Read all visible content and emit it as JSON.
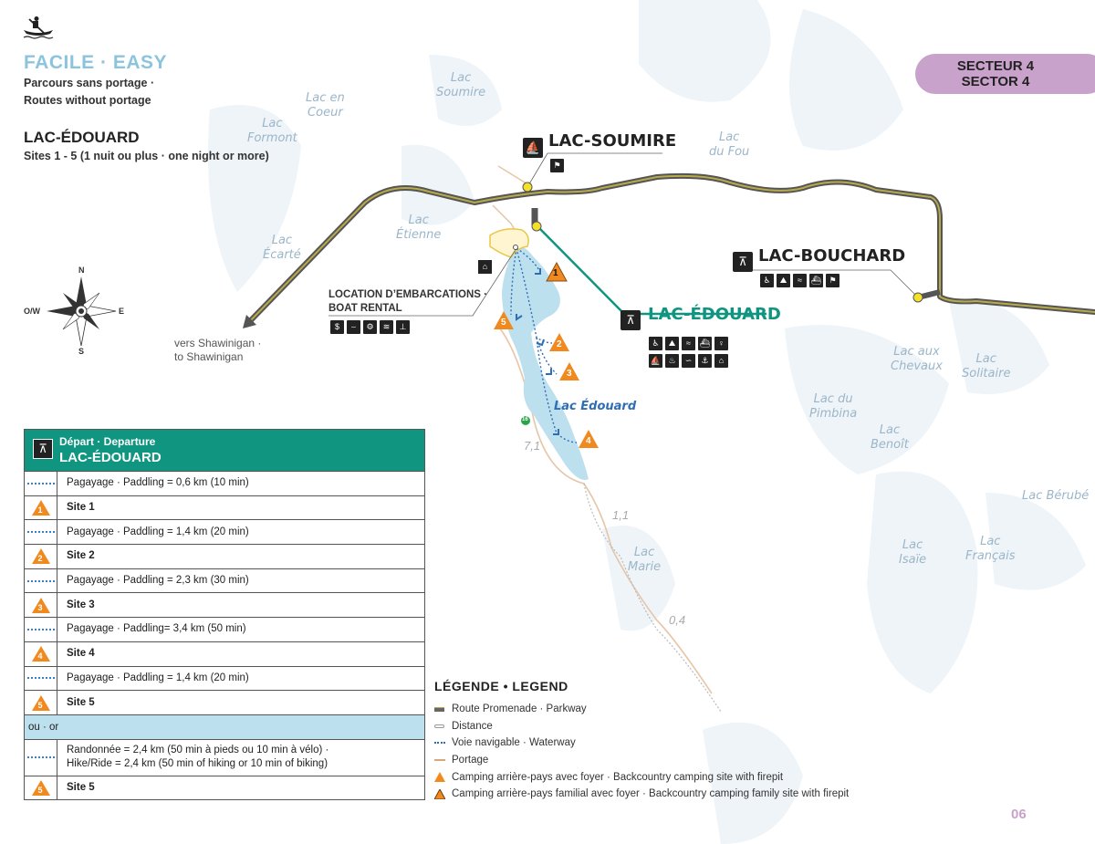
{
  "header": {
    "difficulty": "FACILE · EASY",
    "subtitle_fr": "Parcours sans portage ·",
    "subtitle_en": "Routes without portage",
    "lake_title": "LAC-ÉDOUARD",
    "sites_line": "Sites 1 - 5 (1 nuit ou plus · one night or more)"
  },
  "sector": {
    "fr": "SECTEUR 4",
    "en": "SECTOR 4"
  },
  "places": {
    "soumire": "LAC-SOUMIRE",
    "bouchard": "LAC-BOUCHARD",
    "edouard": "LAC-ÉDOUARD"
  },
  "rental": {
    "fr": "LOCATION D’EMBARCATIONS ·",
    "en": "BOAT RENTAL"
  },
  "toward": {
    "fr": "vers Shawinigan ·",
    "en": "to Shawinigan"
  },
  "compass": {
    "n": "N",
    "s": "S",
    "e": "E",
    "w": "O/W"
  },
  "lakes": {
    "soumire": "Lac\nSoumire",
    "coeur": "Lac en\nCoeur",
    "formont": "Lac\nFormont",
    "etienne": "Lac\nÉtienne",
    "ecarte": "Lac\nÉcarté",
    "fou": "Lac\ndu Fou",
    "edouard": "Lac Édouard",
    "chevaux": "Lac aux\nChevaux",
    "solitaire": "Lac\nSolitaire",
    "pimbina": "Lac du\nPimbina",
    "benoit": "Lac\nBenoît",
    "berube": "Lac Bérubé",
    "isaie": "Lac\nIsaïe",
    "francais": "Lac\nFrançais",
    "marie": "Lac\nMarie"
  },
  "distances": {
    "d1": "7,1",
    "d2": "1,1",
    "d3": "0,4"
  },
  "trail_marker": "16",
  "site_numbers": [
    "1",
    "2",
    "3",
    "4",
    "5"
  ],
  "itinerary": {
    "head1": "Départ · Departure",
    "head2": "LAC-ÉDOUARD",
    "rows": [
      {
        "kind": "paddle",
        "text": "Pagayage · Paddling = 0,6 km (10 min)"
      },
      {
        "kind": "site",
        "num": "1",
        "text": "Site 1"
      },
      {
        "kind": "paddle",
        "text": "Pagayage · Paddling = 1,4 km (20 min)"
      },
      {
        "kind": "site",
        "num": "2",
        "text": "Site 2"
      },
      {
        "kind": "paddle",
        "text": "Pagayage · Paddling = 2,3 km (30 min)"
      },
      {
        "kind": "site",
        "num": "3",
        "text": "Site 3"
      },
      {
        "kind": "paddle",
        "text": "Pagayage · Paddling= 3,4 km (50 min)"
      },
      {
        "kind": "site",
        "num": "4",
        "text": "Site 4"
      },
      {
        "kind": "paddle",
        "text": "Pagayage · Paddling = 1,4 km (20 min)"
      },
      {
        "kind": "site",
        "num": "5",
        "text": "Site 5"
      },
      {
        "kind": "sep",
        "text": "ou · or"
      },
      {
        "kind": "hike",
        "text1": "Randonnée = 2,4 km (50 min à pieds ou 10 min à vélo) ·",
        "text2": "Hike/Ride = 2,4 km (50 min of hiking or 10 min of biking)"
      },
      {
        "kind": "site",
        "num": "5",
        "text": "Site 5"
      }
    ]
  },
  "legend": {
    "title": "LÉGENDE • LEGEND",
    "items": [
      "Route Promenade · Parkway",
      "Distance",
      "Voie navigable · Waterway",
      "Portage",
      "Camping arrière-pays avec foyer · Backcountry camping site with firepit",
      "Camping arrière-pays familial avec foyer · Backcountry camping family site with firepit"
    ]
  },
  "page_number": "06",
  "colors": {
    "accent_teal": "#0f9580",
    "sector": "#c9a2cb",
    "lake": "#bde0ee",
    "road": "#7a7a6a",
    "site_orange": "#f08a1e",
    "waterway": "#2f6db5"
  }
}
